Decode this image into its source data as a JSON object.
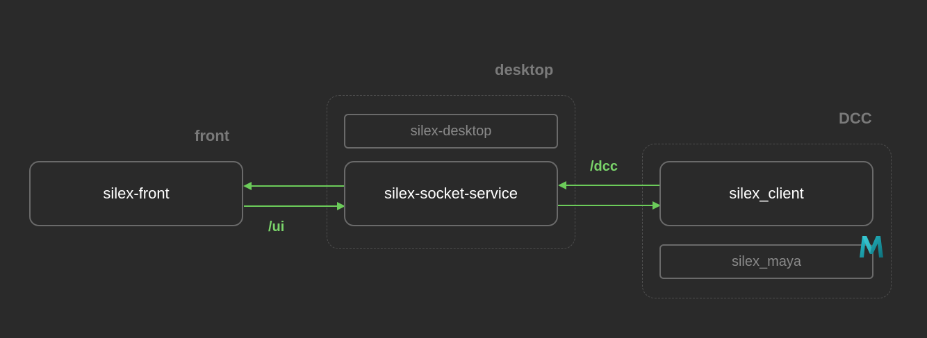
{
  "groups": {
    "front": {
      "label": "front"
    },
    "desktop": {
      "label": "desktop"
    },
    "dcc": {
      "label": "DCC"
    }
  },
  "nodes": {
    "silex_front": "silex-front",
    "silex_desktop": "silex-desktop",
    "silex_socket_service": "silex-socket-service",
    "silex_client": "silex_client",
    "silex_maya": "silex_maya"
  },
  "edges": {
    "ui_label": "/ui",
    "dcc_label": "/dcc",
    "color": "#6ccc5a"
  },
  "icons": {
    "maya_logo": {
      "name": "maya-logo-icon",
      "letter": "M",
      "colors": [
        "#1aa3b0",
        "#0e6f7a"
      ]
    }
  },
  "colors": {
    "background": "#2a2a2a",
    "node_border": "#6a6a6a",
    "group_border": "#4e4e4e",
    "label_gray": "#7a7a7a"
  }
}
